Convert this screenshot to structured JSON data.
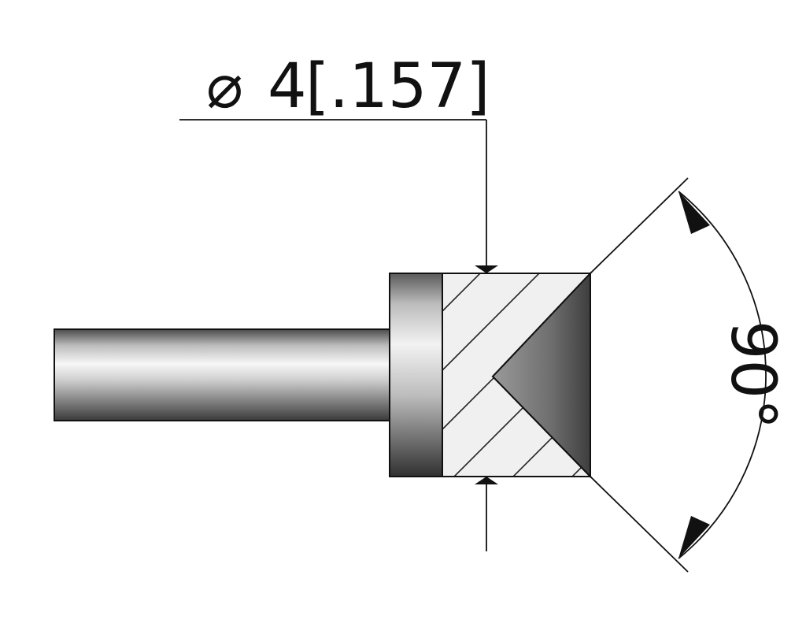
{
  "dimensions": {
    "diameter": {
      "symbol": "⌀",
      "value": "4",
      "alt_value": "[.157]"
    },
    "angle": {
      "value": "90°"
    }
  },
  "colors": {
    "line": "#111111",
    "section_fill": "#f0f0f0",
    "shaft_dark": "#3a3a3a",
    "shaft_light": "#f5f5f5",
    "cone_dark": "#4a4a4a",
    "cone_light": "#9a9a9a"
  }
}
